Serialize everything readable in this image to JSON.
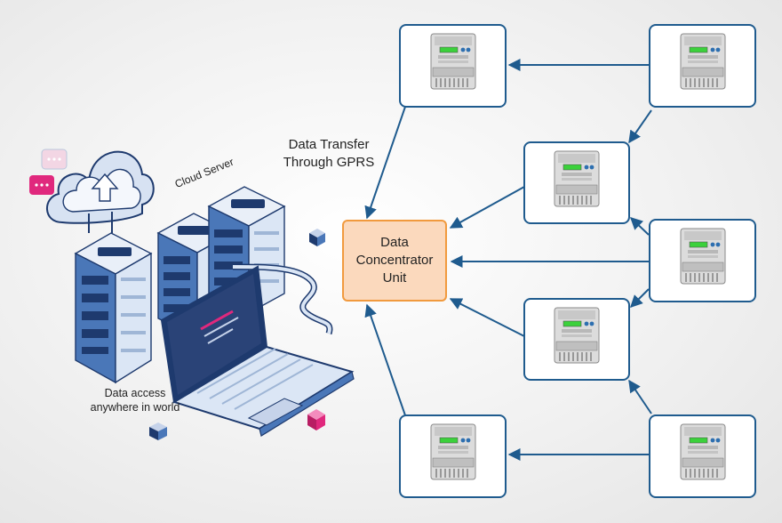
{
  "labels": {
    "transfer_line1": "Data Transfer",
    "transfer_line2": "Through GPRS",
    "cloud_server": "Cloud Server",
    "access_line1": "Data access",
    "access_line2": "anywhere in world",
    "dcu_line1": "Data",
    "dcu_line2": "Concentrator",
    "dcu_line3": "Unit"
  },
  "colors": {
    "accent_blue": "#1f5b8e",
    "dcu_fill": "#fbd9bd",
    "dcu_border": "#f19a3e",
    "meter_screen": "#3bd13b",
    "pink_accent": "#e0287d"
  },
  "meters": [
    {
      "id": "meter-1",
      "icon": "smart-meter-icon"
    },
    {
      "id": "meter-2",
      "icon": "smart-meter-icon"
    },
    {
      "id": "meter-3",
      "icon": "smart-meter-icon"
    },
    {
      "id": "meter-4",
      "icon": "smart-meter-icon"
    },
    {
      "id": "meter-5",
      "icon": "smart-meter-icon"
    },
    {
      "id": "meter-6",
      "icon": "smart-meter-icon"
    },
    {
      "id": "meter-7",
      "icon": "smart-meter-icon"
    },
    {
      "id": "meter-8",
      "icon": "smart-meter-icon"
    }
  ],
  "illustration": {
    "cloud": "cloud-upload-icon",
    "chat": "chat-bubble-icon",
    "servers": "server-rack-icon",
    "laptop": "laptop-icon"
  }
}
